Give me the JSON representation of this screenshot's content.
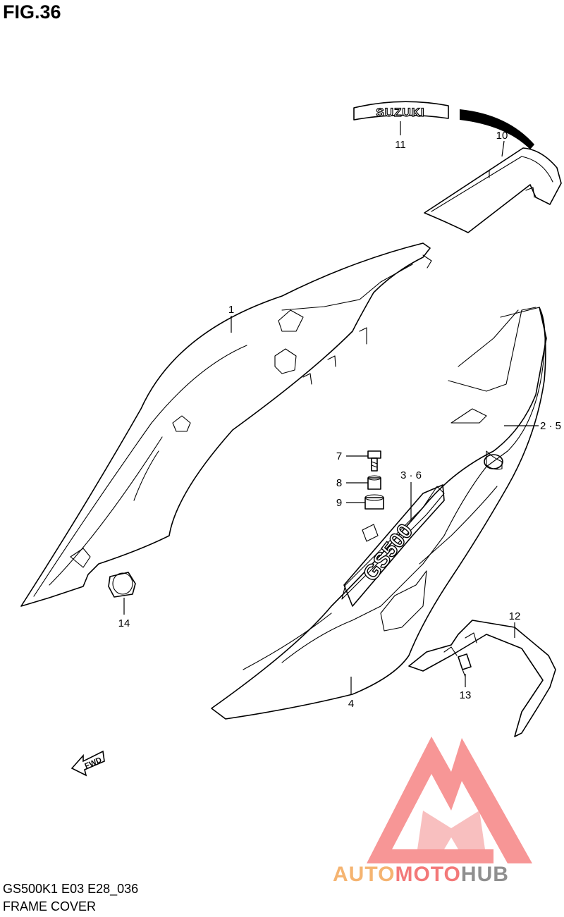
{
  "figure": {
    "title": "FIG.36"
  },
  "footer": {
    "code": "GS500K1 E03 E28_036",
    "name": "FRAME COVER"
  },
  "callouts": [
    {
      "id": "1",
      "text": "1"
    },
    {
      "id": "2-5",
      "text": "2 · 5"
    },
    {
      "id": "3-6",
      "text": "3 · 6"
    },
    {
      "id": "4",
      "text": "4"
    },
    {
      "id": "7",
      "text": "7"
    },
    {
      "id": "8",
      "text": "8"
    },
    {
      "id": "9",
      "text": "9"
    },
    {
      "id": "10",
      "text": "10"
    },
    {
      "id": "11",
      "text": "11"
    },
    {
      "id": "12",
      "text": "12"
    },
    {
      "id": "13",
      "text": "13"
    },
    {
      "id": "14",
      "text": "14"
    }
  ],
  "emblem": {
    "brand": "SUZUKI",
    "model": "GS500"
  },
  "direction": {
    "label": "FWD"
  },
  "watermark": {
    "part1": "AUTO",
    "part2": "MOTO",
    "part3": "HUB",
    "color_orange": "#f5b06a",
    "color_red": "#f37272",
    "color_gray": "#8a8a8a"
  }
}
